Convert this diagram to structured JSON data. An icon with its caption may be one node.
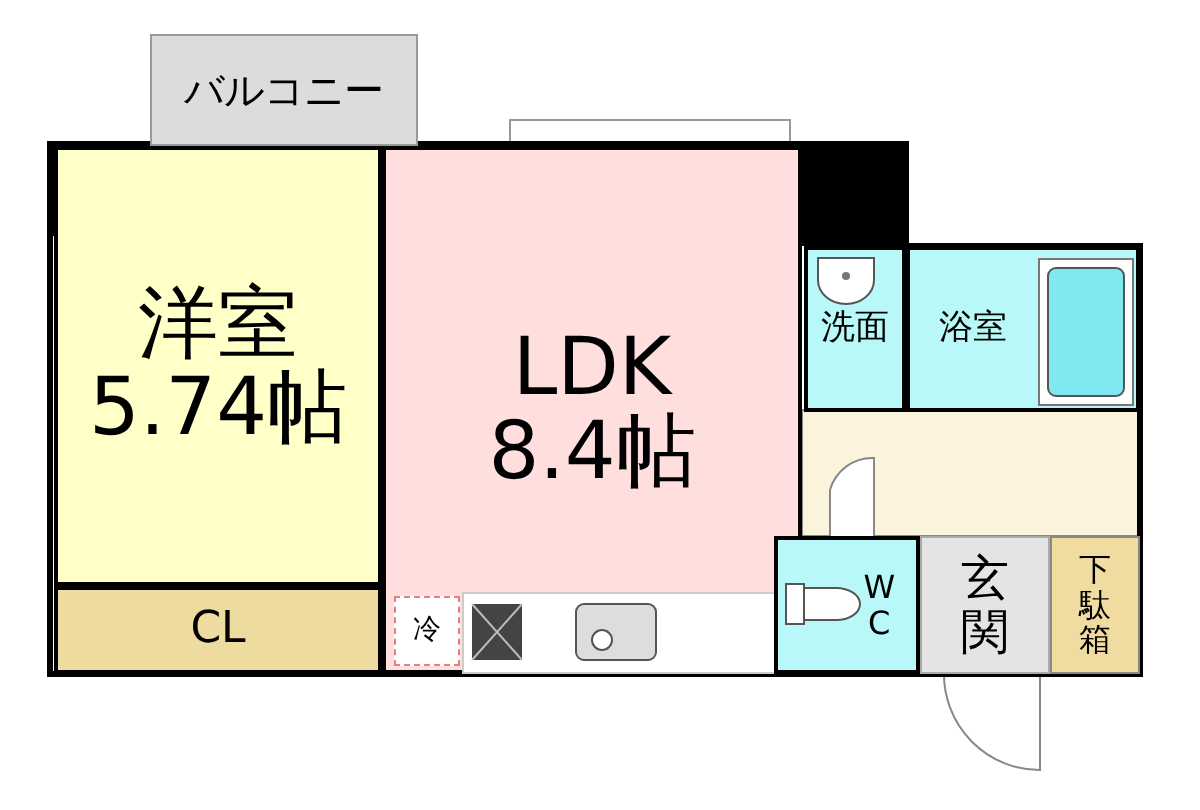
{
  "diagram": {
    "nodes": [
      {
        "text": [
          "バルコニー"
        ]
      },
      {
        "text": [
          "洋室",
          "5.74帖"
        ]
      },
      {
        "text": [
          "CL"
        ]
      },
      {
        "text": [
          "LDK",
          "8.4帖"
        ]
      },
      {
        "text": [
          "冷"
        ],
        "in": 3
      },
      {
        "text": [
          "洗面"
        ]
      },
      {
        "text": [
          "浴室"
        ]
      },
      {
        "text": [
          "WC"
        ]
      },
      {
        "text": [
          "玄関"
        ]
      },
      {
        "text": [
          "下駄箱"
        ]
      }
    ]
  }
}
